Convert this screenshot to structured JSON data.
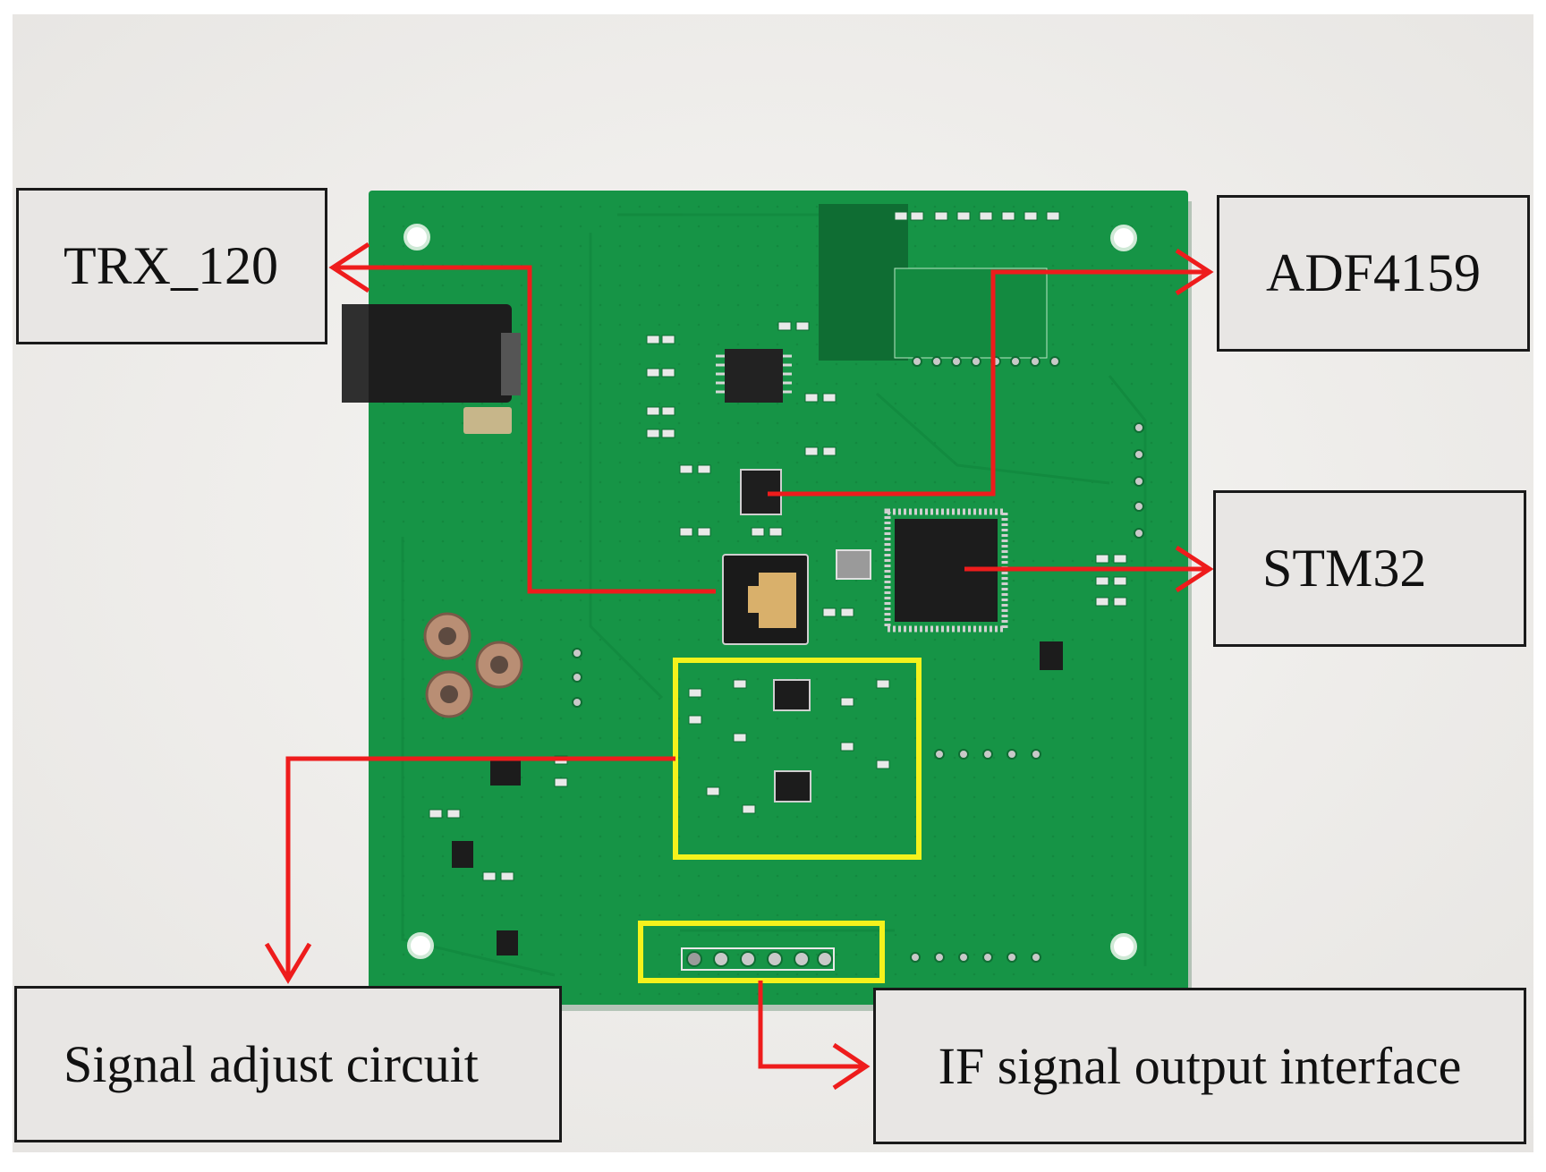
{
  "labels": {
    "trx": "TRX_120",
    "adf": "ADF4159",
    "stm": "STM32",
    "signal_adjust": "Signal adjust circuit",
    "if_output": "IF signal output interface"
  },
  "colors": {
    "background": "#f2f1ef",
    "pcb": "#169446",
    "arrow": "#ee1c1c",
    "highlight": "#f4f21c",
    "box_fill": "#e8e6e4",
    "box_border": "#1a1a1a"
  }
}
